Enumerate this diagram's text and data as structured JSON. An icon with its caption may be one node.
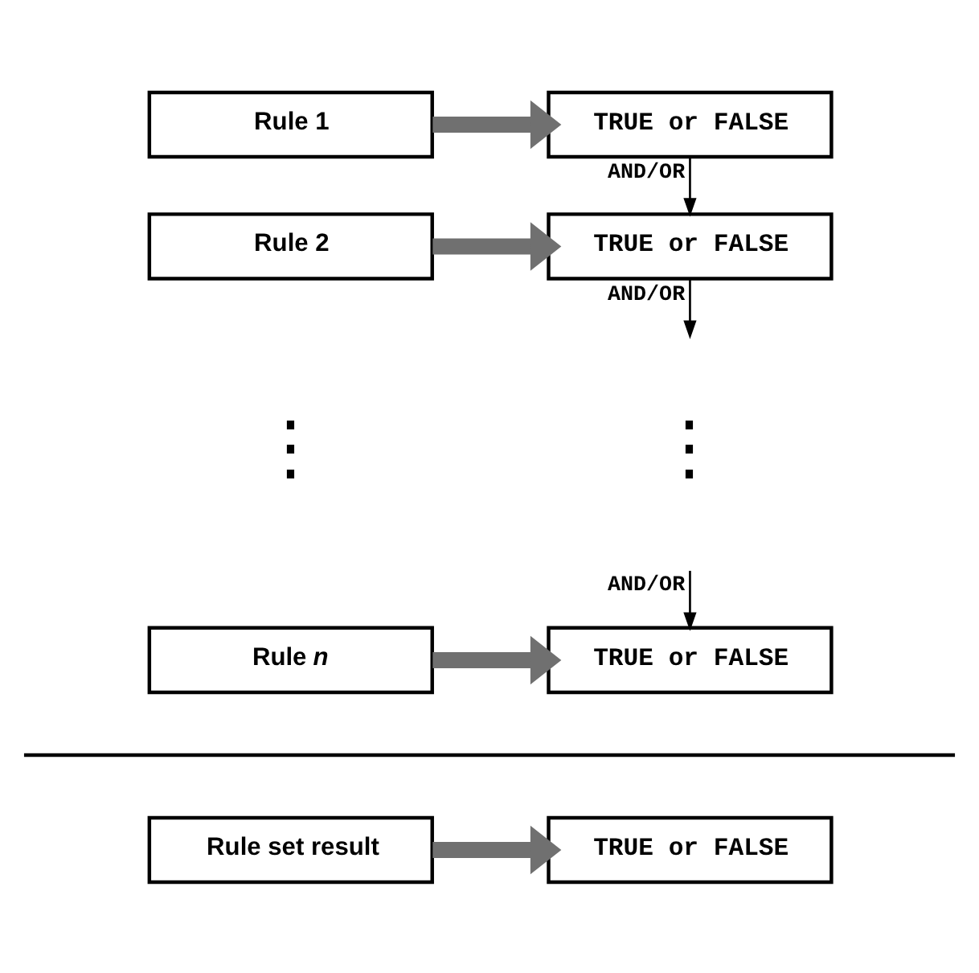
{
  "diagram": {
    "nodes": [
      {
        "text": [
          "Rule 1"
        ]
      },
      {
        "text": [
          "TRUE or FALSE"
        ]
      },
      {
        "text": [
          "Rule 2"
        ]
      },
      {
        "text": [
          "TRUE or FALSE"
        ]
      },
      {
        "text": [
          "Rule *n*"
        ]
      },
      {
        "text": [
          "TRUE or FALSE"
        ]
      },
      {
        "text": [
          "Rule set result"
        ]
      },
      {
        "text": [
          "TRUE or FALSE"
        ]
      }
    ],
    "edges": [
      {
        "from": 0,
        "to": 1,
        "arrow": "to"
      },
      {
        "from": 1,
        "to": 3,
        "arrow": "to",
        "label": "AND/OR",
        "color": "#000000"
      },
      {
        "from": 2,
        "to": 3,
        "arrow": "to"
      },
      {
        "from": 3,
        "to": null,
        "arrow": "to",
        "label": "AND/OR",
        "color": "#000000"
      },
      {
        "from": null,
        "to": 5,
        "arrow": "to",
        "label": "AND/OR",
        "color": "#000000"
      },
      {
        "from": 4,
        "to": 5,
        "arrow": "to"
      },
      {
        "from": 6,
        "to": 7,
        "arrow": "to"
      }
    ],
    "labels": [
      "⋮",
      "⋮"
    ]
  }
}
